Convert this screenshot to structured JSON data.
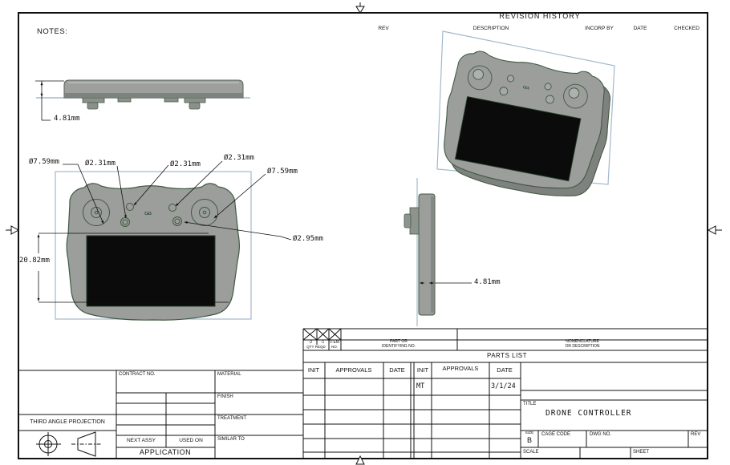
{
  "drawing": {
    "notes": "NOTES:",
    "logo": "C&S"
  },
  "revision_history": {
    "title": "REVISION HISTORY",
    "col_rev": "REV",
    "col_description": "DESCRIPTION",
    "col_incorp_by": "INCORP BY",
    "col_date": "DATE",
    "col_checked": "CHECKED"
  },
  "dimensions": {
    "bottom_view_thickness": "4.81mm",
    "left_stick_dia": "Ø7.59mm",
    "btn_lower_left_dia": "Ø2.31mm",
    "btn_upper_left_dia": "Ø2.31mm",
    "btn_upper_right_dia": "Ø2.31mm",
    "right_stick_dia": "Ø7.59mm",
    "btn_lower_right_dia": "Ø2.95mm",
    "screen_height": "20.82mm",
    "side_thickness": "4.81mm"
  },
  "parts_list": {
    "dash2": "-2",
    "dash1": "-1",
    "item": "ITEM",
    "no": "NO.",
    "qty_reqd": "QTY REQD",
    "part_or": "PART OR",
    "identifying_no": "IDENTIFYING NO.",
    "nomenclature": "NOMENCLATURE",
    "or_description": "OR DESCRIPTION",
    "title": "PARTS LIST"
  },
  "approvals": {
    "init": "INIT",
    "approvals": "APPROVALS",
    "date": "DATE",
    "entry_init": "MT",
    "entry_date": "3/1/24"
  },
  "title_block": {
    "title_label": "TITLE",
    "title": "DRONE CONTROLLER",
    "size_label": "SIZE",
    "size": "B",
    "cage_code": "CAGE CODE",
    "dwg_no": "DWG NO.",
    "rev": "REV",
    "scale": "SCALE",
    "sheet": "SHEET"
  },
  "application_block": {
    "contract_no": "CONTRACT NO.",
    "material": "MATERIAL",
    "finish": "FINISH",
    "treatment": "TREATMENT",
    "similar_to": "SIMILAR TO",
    "next_assy": "NEXT ASSY",
    "used_on": "USED ON",
    "application": "APPLICATION",
    "third_angle": "THIRD ANGLE PROJECTION"
  },
  "colors": {
    "line": "#1a1a1a",
    "view_boundary": "#a3b8cc",
    "body_fill": "#9b9e9b",
    "body_outline": "#3f5a40",
    "screen": "#0b0b0b"
  }
}
